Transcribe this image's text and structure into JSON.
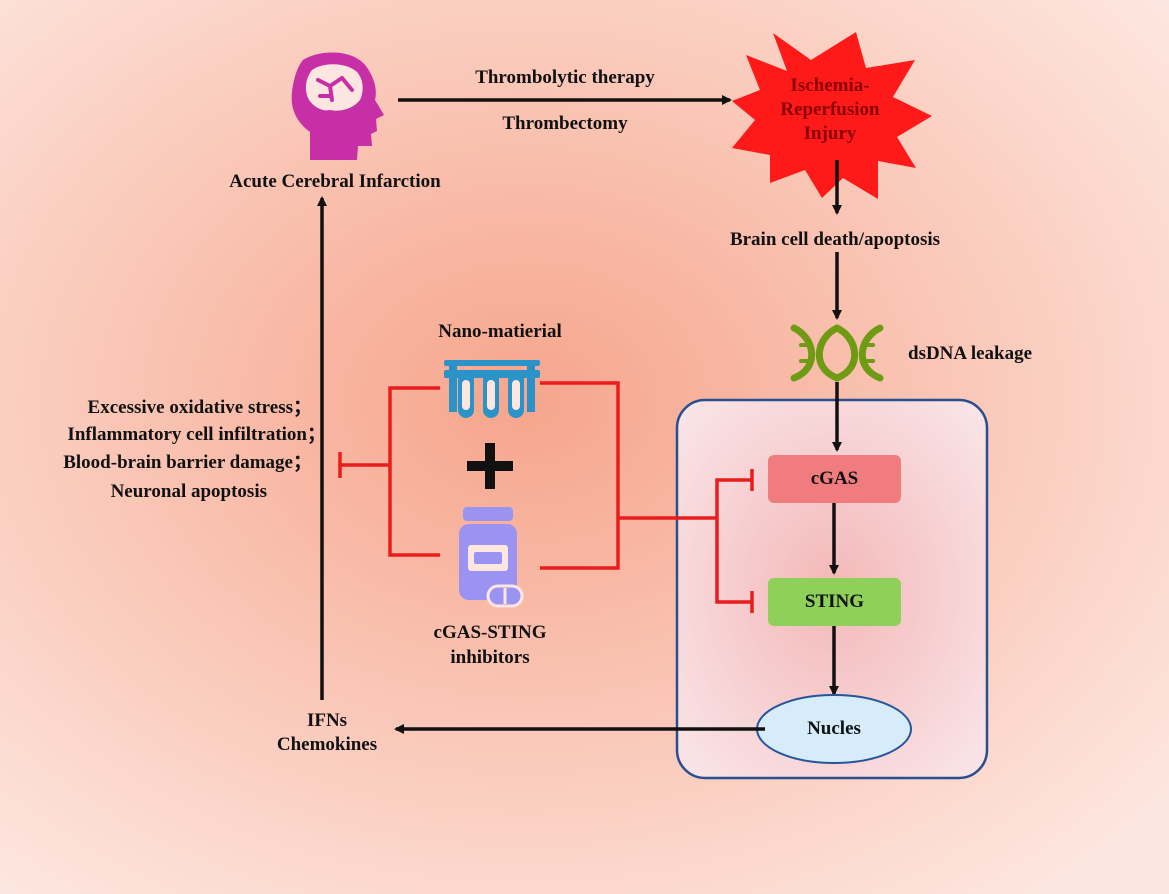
{
  "nodes": {
    "acute_cerebral_infarction": "Acute Cerebral Infarction",
    "ischemia_reperfusion_injury": [
      "Ischemia-",
      "Reperfusion",
      "Injury"
    ],
    "brain_cell_death": "Brain cell death/apoptosis",
    "dsdna_leakage": "dsDNA leakage",
    "cgas": "cGAS",
    "sting": "STING",
    "nucles": "Nucles",
    "ifns": [
      "IFNs",
      "Chemokines"
    ],
    "nano_material": "Nano-matierial",
    "inhibitors": [
      "cGAS-STING",
      "inhibitors"
    ],
    "damage_effects": [
      "Excessive oxidative stress；",
      "Inflammatory cell infiltration；",
      "Blood-brain barrier damage；",
      "Neuronal apoptosis"
    ]
  },
  "edges": {
    "therapy": [
      "Thrombolytic therapy",
      "Thrombectomy"
    ]
  },
  "colors": {
    "background_center": "#f6a58c",
    "background_edge": "#fde6df",
    "injury_burst": "#ff1a1a",
    "injury_text": "#8b0000",
    "brain_icon": "#c72fa6",
    "dna_icon": "#6f9a14",
    "tubes_icon": "#2c93c9",
    "bottle_icon": "#9a93f2",
    "cgas_box": "#f07c80",
    "sting_box": "#8ed05a",
    "nucleus_fill": "#d7ecfa",
    "nucleus_border": "#27559a",
    "cell_border": "#2a4f8e",
    "cell_fill": "#f8d8dc",
    "inhibition": "#ea1c1c",
    "arrow": "#111111"
  },
  "icons": [
    "brain-head-icon",
    "dna-helix-icon",
    "test-tubes-icon",
    "pill-bottle-icon",
    "plus-icon"
  ]
}
